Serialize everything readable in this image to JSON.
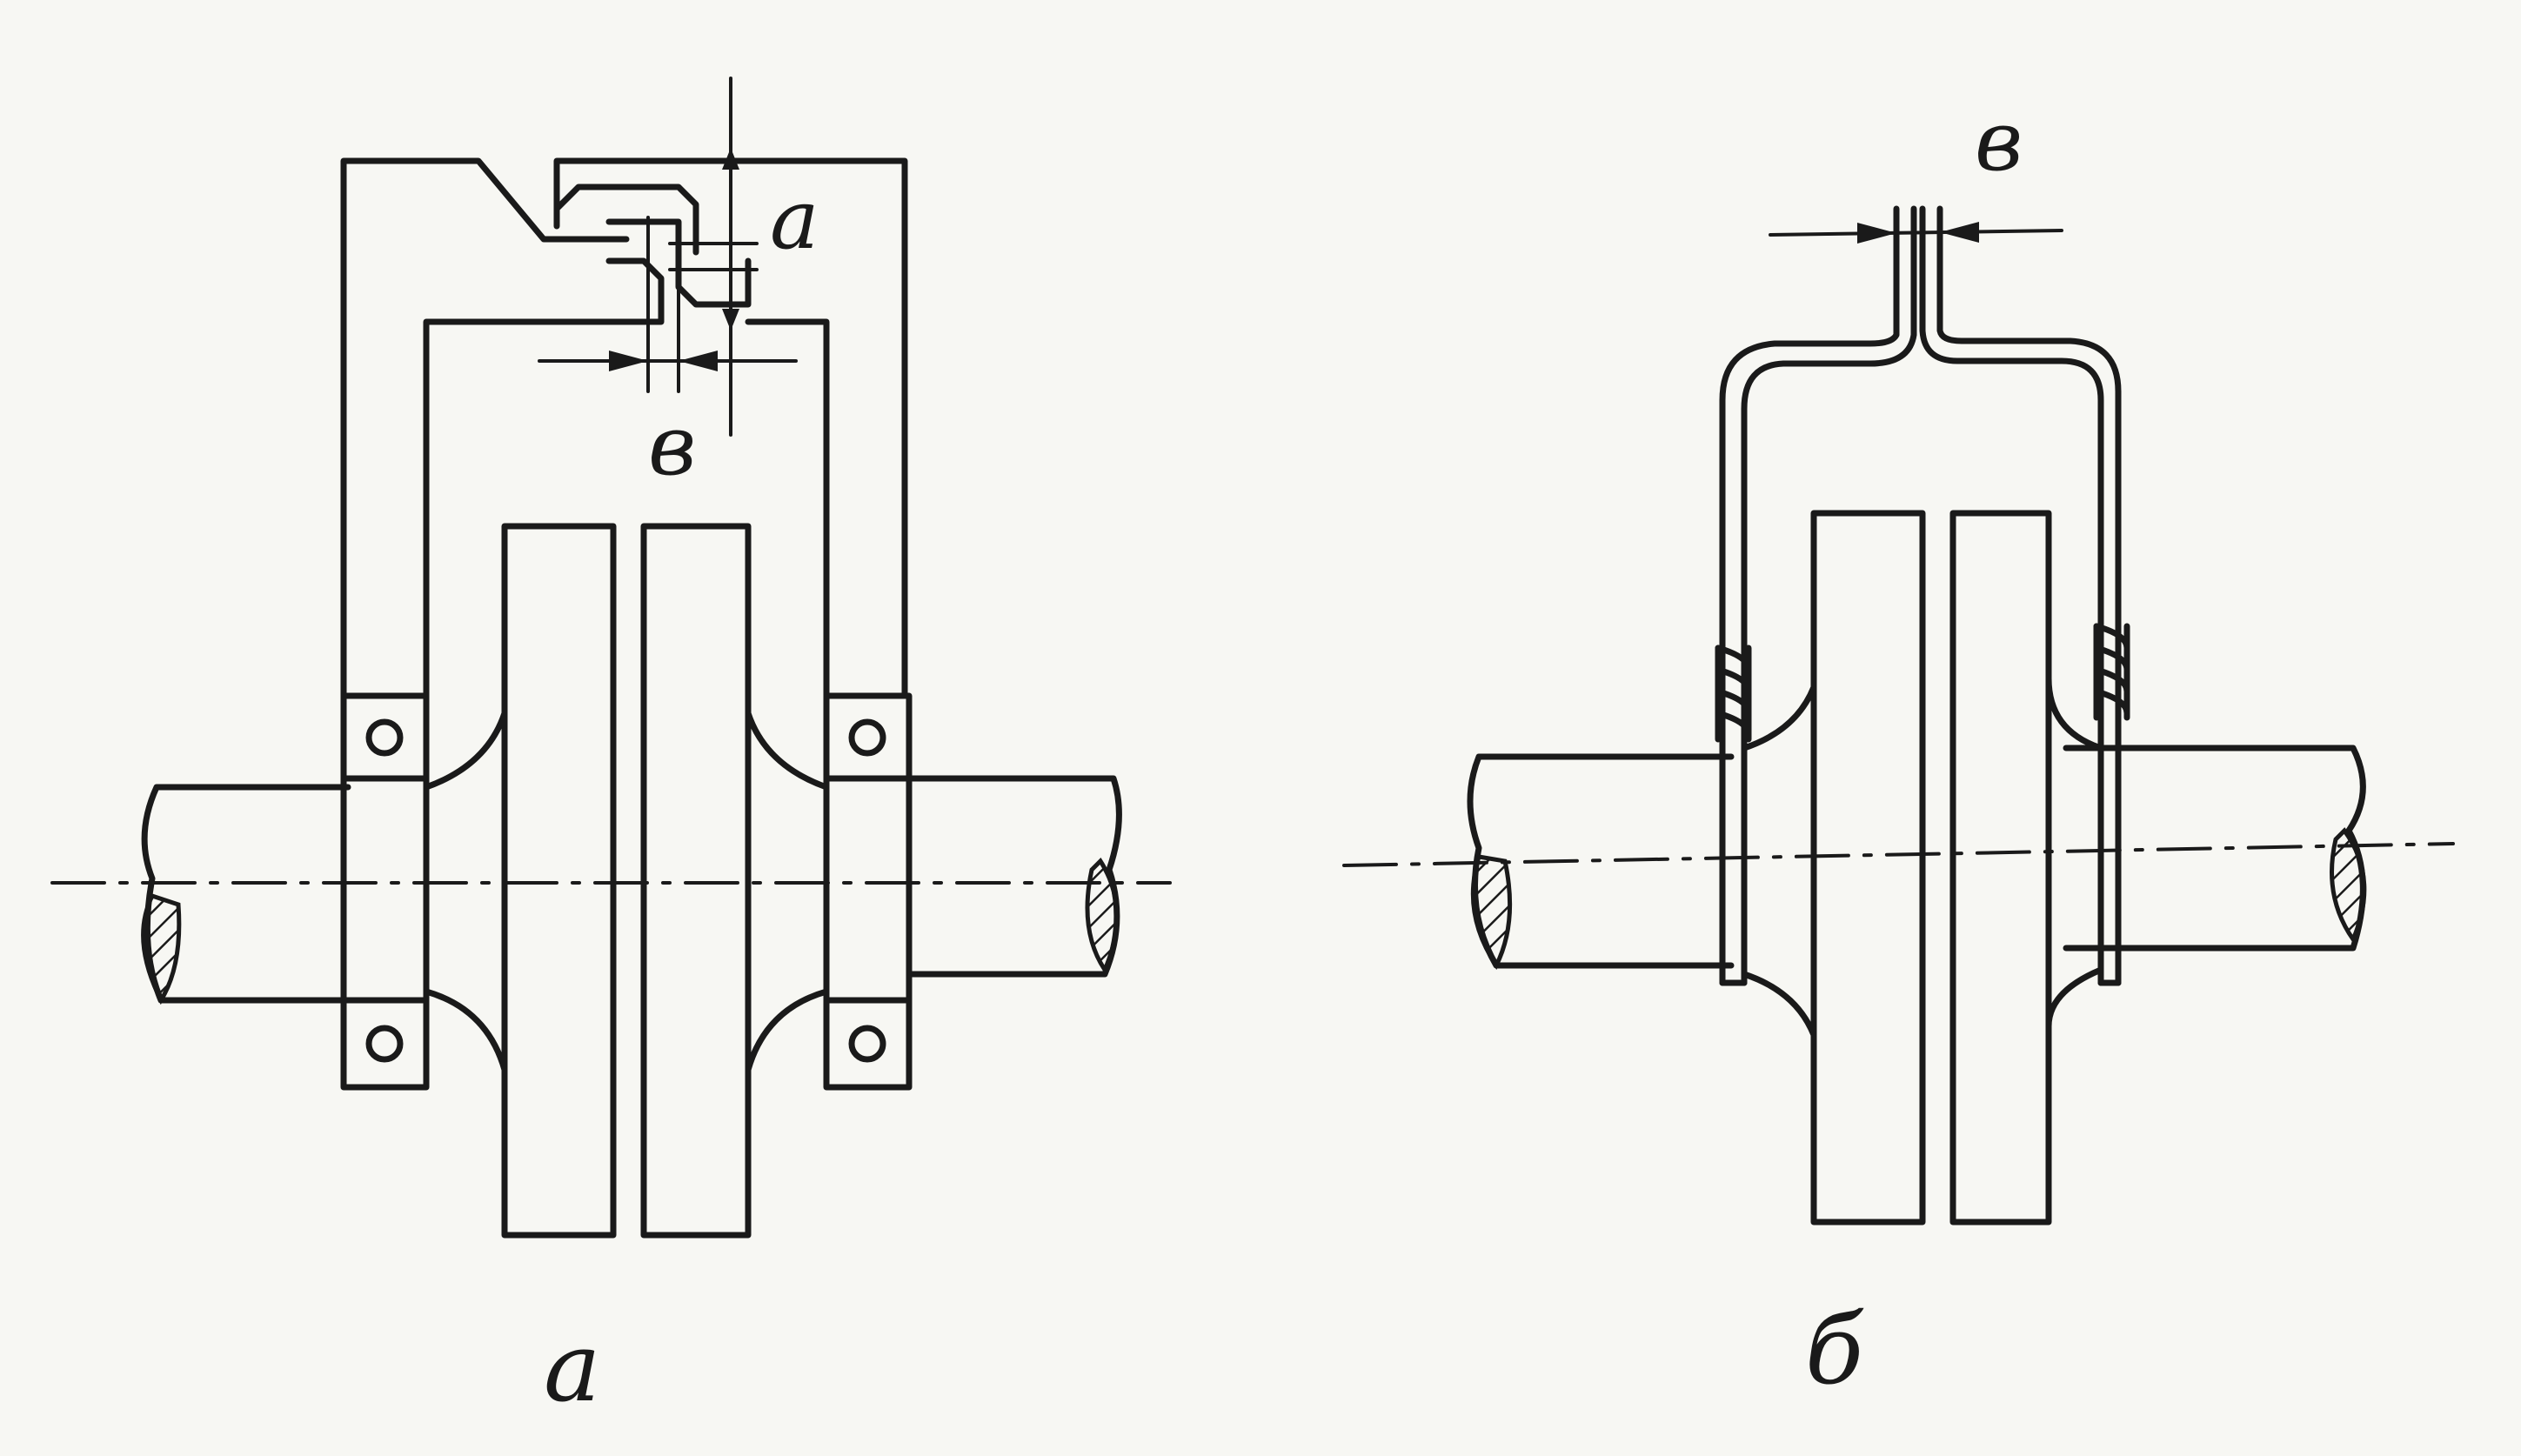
{
  "figure": {
    "panels": [
      {
        "id": "a",
        "caption": "а",
        "dim_labels": [
          "а",
          "в"
        ]
      },
      {
        "id": "b",
        "caption": "б",
        "dim_labels": [
          "в"
        ]
      }
    ]
  },
  "colors": {
    "ink": "#1a1a1a",
    "paper": "#f7f7f3"
  }
}
